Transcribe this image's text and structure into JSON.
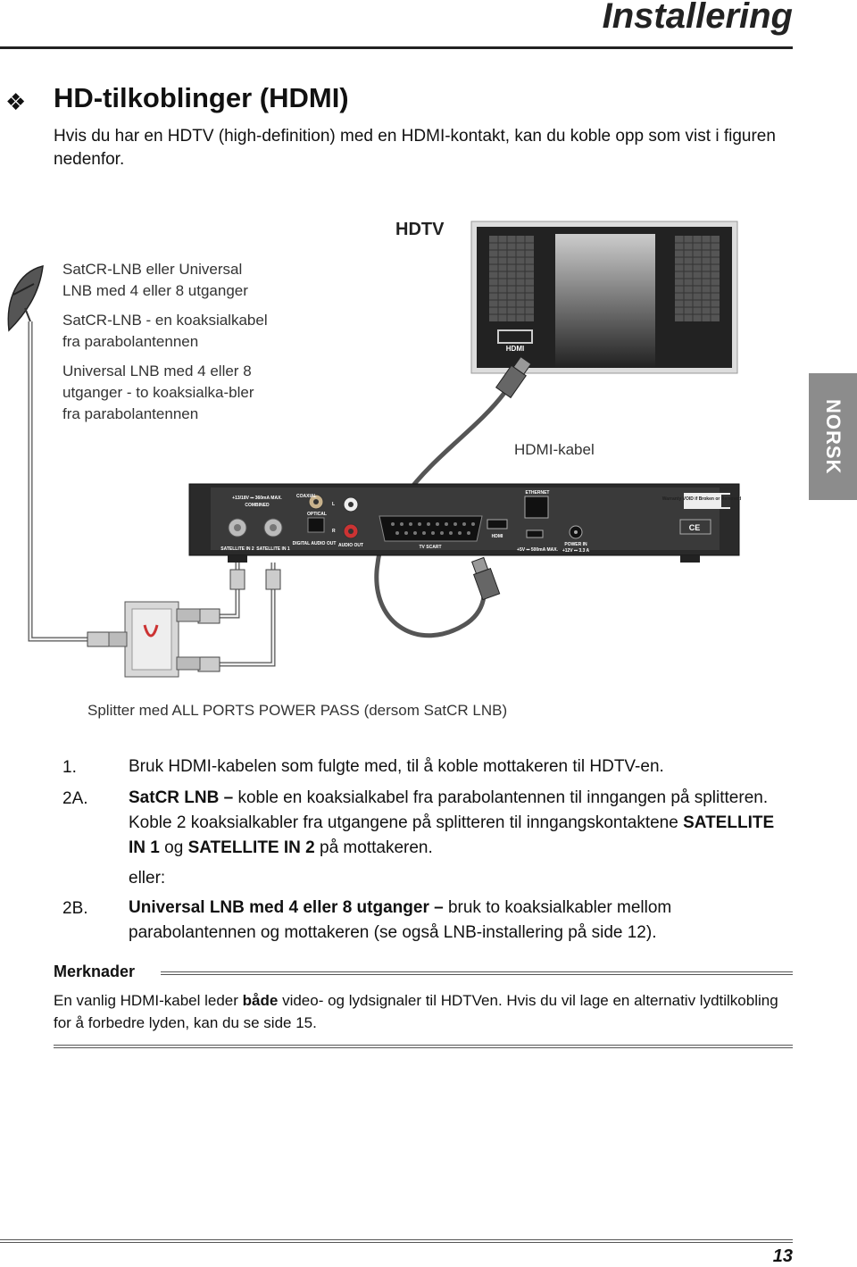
{
  "header": {
    "section_title": "Installering",
    "page_number": "13"
  },
  "section": {
    "bullet": "❖",
    "title": "HD-tilkoblinger (HDMI)",
    "intro": "Hvis du har en HDTV (high-definition) med en HDMI-kontakt, kan du koble opp som vist i figuren nedenfor."
  },
  "side_tab": {
    "label": "NORSK"
  },
  "diagram": {
    "hdtv_label": "HDTV",
    "hdmi_cable_label": "HDMI-kabel",
    "lnb_notes": [
      "SatCR-LNB eller Universal LNB med 4 eller 8 utganger",
      "SatCR-LNB - en koaksialkabel fra parabolantennen",
      "Universal LNB med 4 eller 8 utganger - to koaksialka-bler fra parabolantennen"
    ],
    "splitter_caption": "Splitter med ALL PORTS POWER PASS (dersom SatCR LNB)",
    "tv_hdmi_port": "HDMI",
    "rear_panel": {
      "lnb_power": "+13/18V ⎓ 360mA MAX. COMBINED",
      "coaxial": "COAXIAL",
      "optical": "OPTICAL",
      "digital_audio_out": "DIGITAL AUDIO OUT",
      "audio_out": "AUDIO OUT",
      "left": "L",
      "right": "R",
      "sat_in_2": "SATELLITE IN 2",
      "sat_in_1": "SATELLITE IN 1",
      "tv_scart": "TV SCART",
      "ethernet": "ETHERNET",
      "usb": "+5V ⎓ 500mA MAX.",
      "power_in": "POWER IN",
      "power_rating": "+12V ⎓ 3.3 A",
      "hdmi": "HDMI",
      "warranty": "Warranty VOID if Broken or Removed",
      "ce": "CE"
    }
  },
  "steps": [
    {
      "num": "1.",
      "text": "Bruk HDMI-kabelen som fulgte med, til å koble mottakeren til HDTV-en."
    },
    {
      "num": "2A.",
      "bold": "SatCR LNB –",
      "text": " koble en koaksialkabel fra parabolantennen til inngangen på splitteren. Koble 2 koaksialkabler fra utgangene på splitteren til inngangskontaktene ",
      "bold2": "SATELLITE IN 1",
      "text2": " og ",
      "bold3": "SATELLITE IN 2",
      "text3": " på mottakeren."
    },
    {
      "num": "",
      "text": "eller:"
    },
    {
      "num": "2B.",
      "bold": "Universal LNB med 4 eller 8 utganger –",
      "text": " bruk to koaksialkabler mellom parabolantennen og mottakeren (se også LNB-installering på side 12)."
    }
  ],
  "notes": {
    "heading": "Merknader",
    "text_1": "En vanlig HDMI-kabel leder ",
    "text_bold": "både",
    "text_2": " video- og lydsignaler til HDTVen. Hvis du vil lage en alternativ lydtilkobling for å forbedre lyden, kan du se side 15."
  }
}
